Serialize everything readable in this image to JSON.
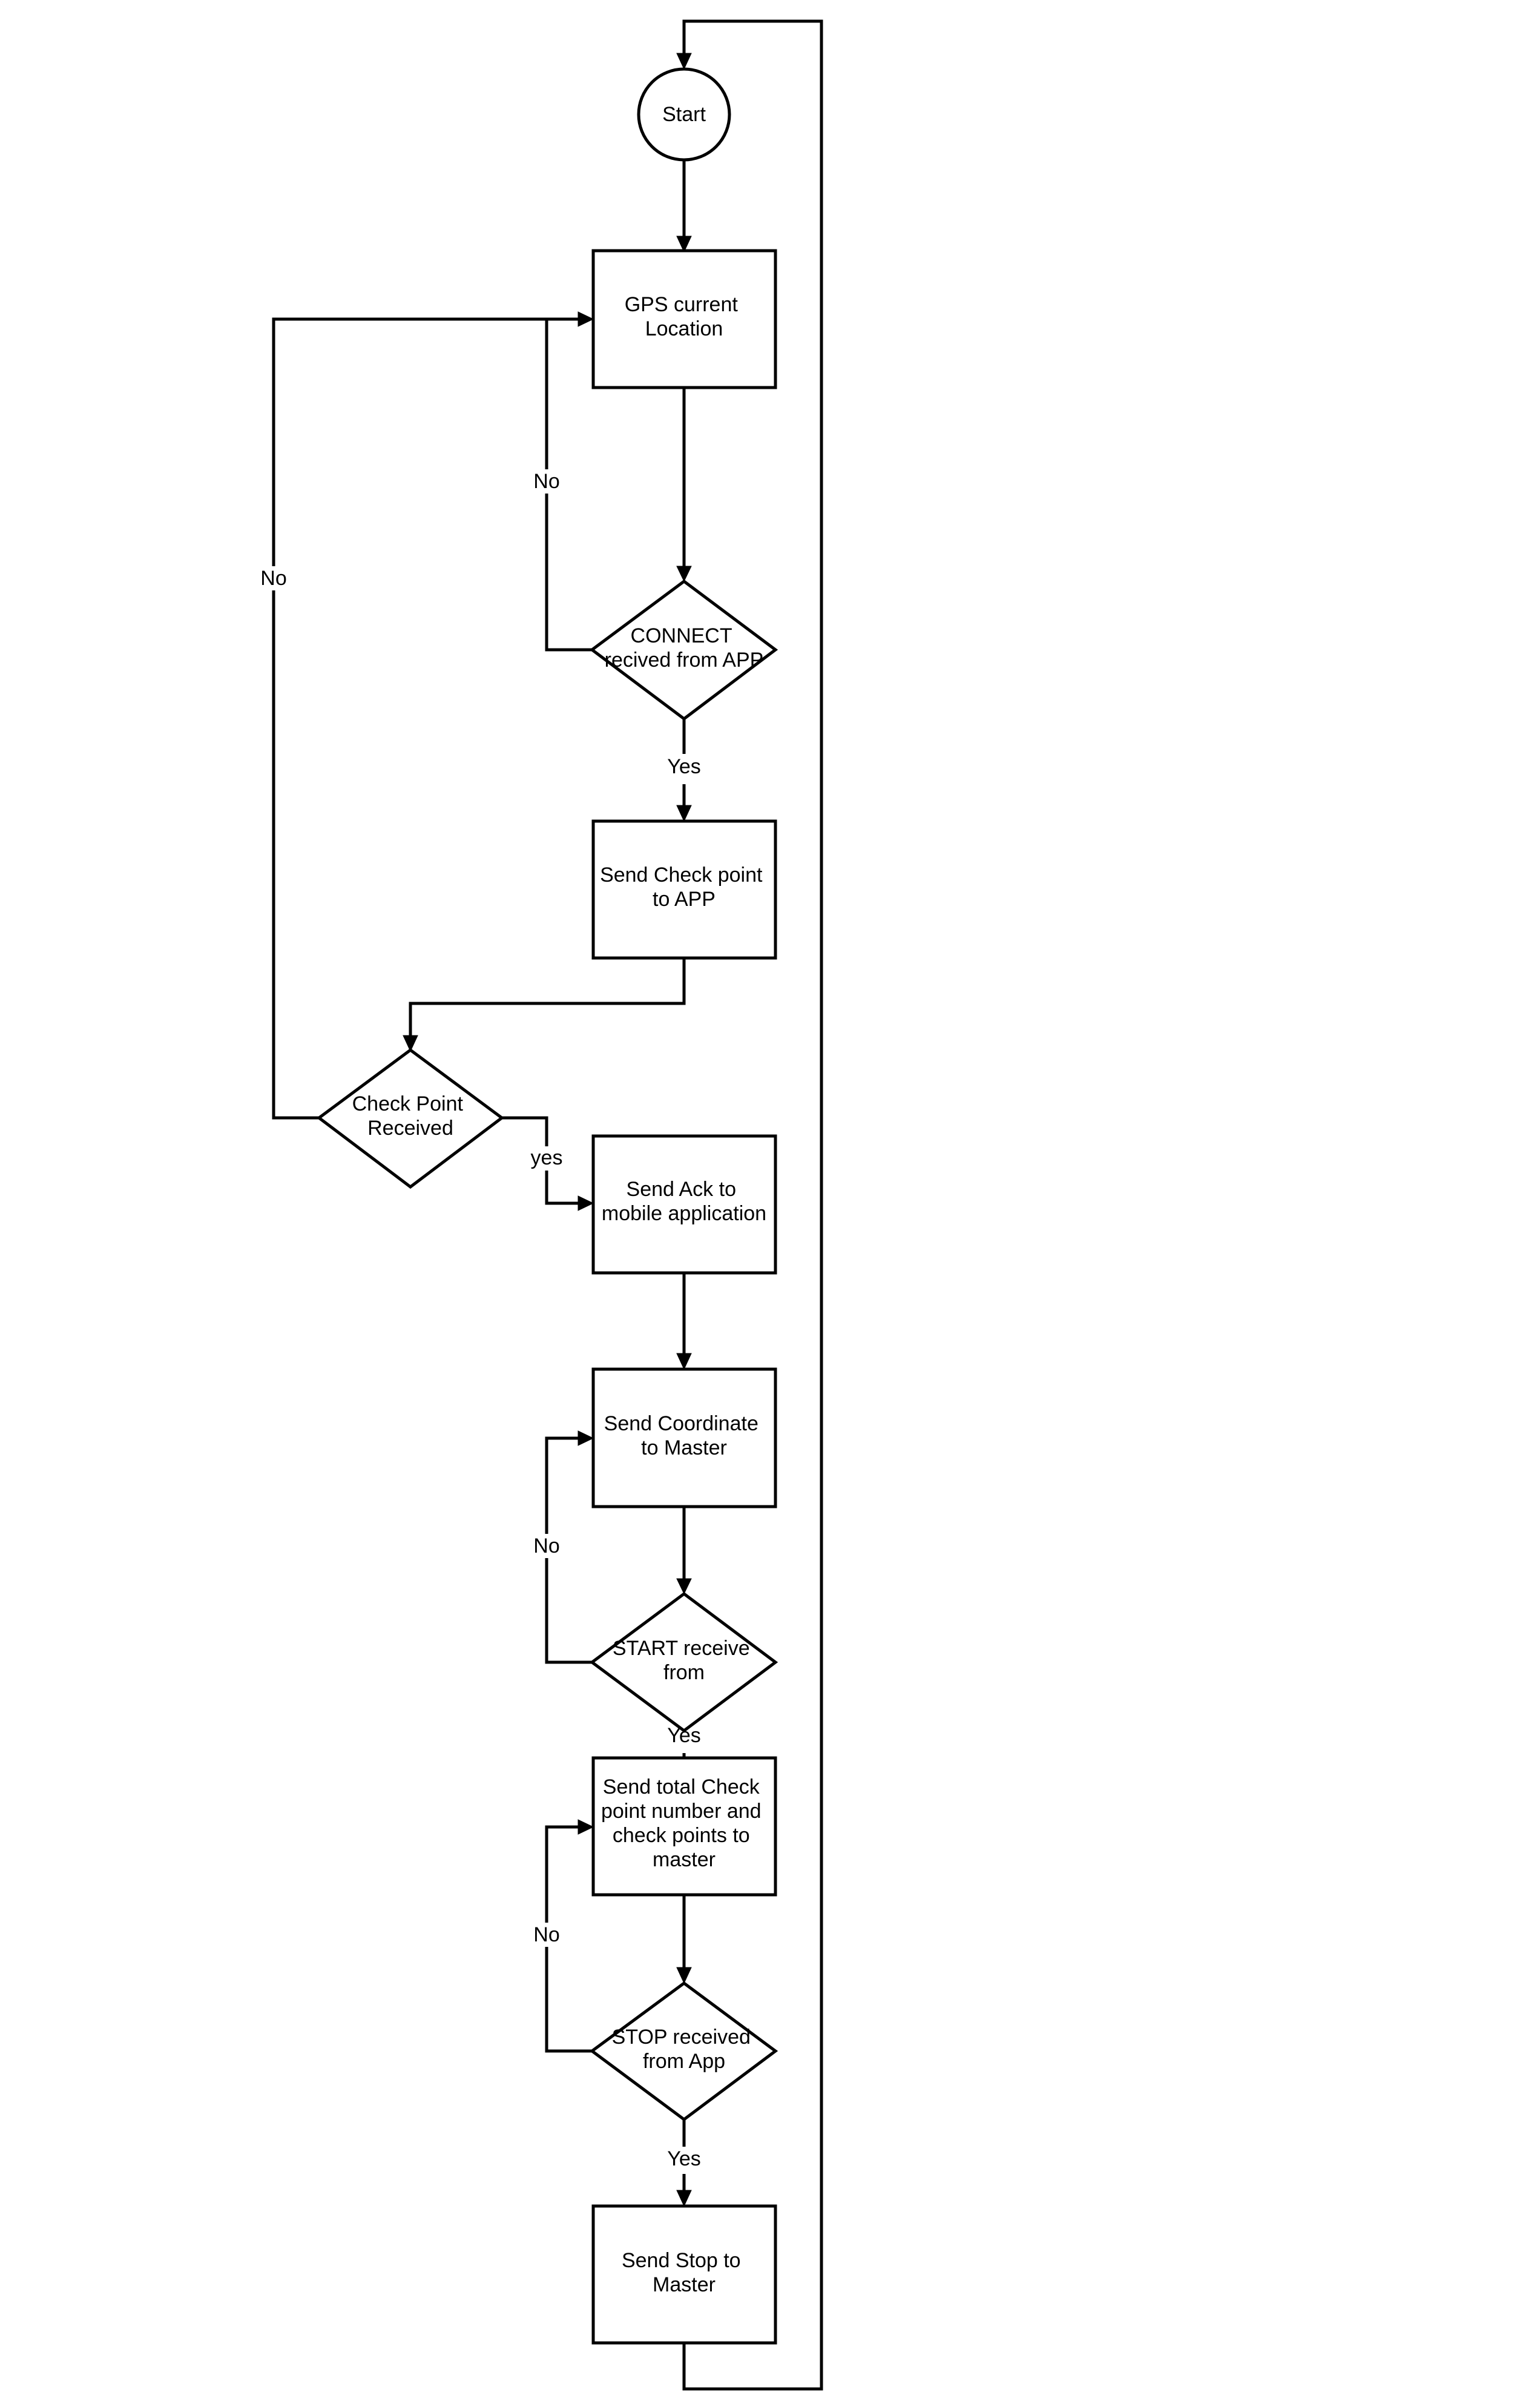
{
  "flowchart": {
    "nodes": {
      "start": "Start",
      "gps": [
        "GPS current",
        "Location"
      ],
      "connect": [
        "CONNECT",
        "recived from APP"
      ],
      "send_checkpoint": [
        "Send Check point",
        "to APP"
      ],
      "checkpoint_received": [
        "Check Point",
        "Received"
      ],
      "send_ack": [
        "Send Ack to",
        "mobile application"
      ],
      "send_coordinate": [
        "Send Coordinate",
        "to Master"
      ],
      "start_receive": [
        "START receive",
        "from"
      ],
      "send_total": [
        "Send total Check",
        "point number and",
        "check points to",
        "master"
      ],
      "stop_received": [
        "STOP received",
        "from App"
      ],
      "send_stop": [
        "Send Stop to",
        "Master"
      ]
    },
    "edge_labels": {
      "connect_no": "No",
      "connect_yes": "Yes",
      "checkpoint_no": "No",
      "checkpoint_yes": "yes",
      "start_no": "No",
      "start_yes": "Yes",
      "stop_no": "No",
      "stop_yes": "Yes"
    }
  }
}
